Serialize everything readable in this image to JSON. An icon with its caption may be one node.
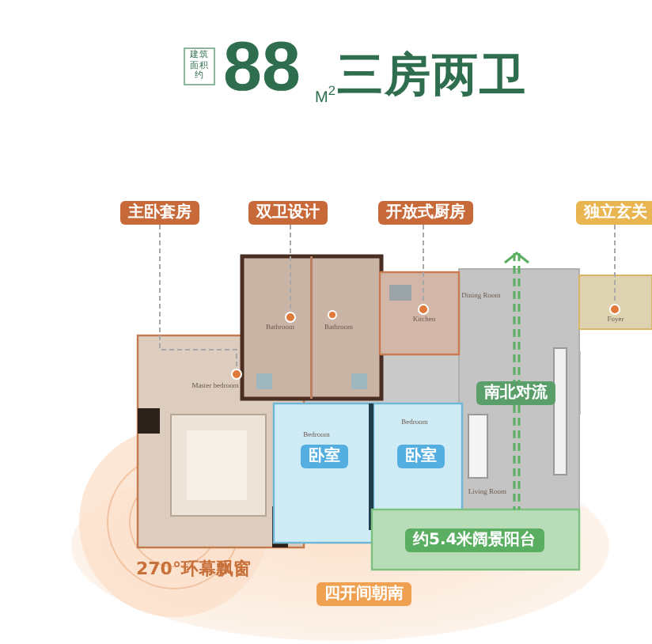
{
  "diagram": {
    "nodes": [
      {
        "text": [
          "建筑面积约"
        ]
      },
      {
        "text": [
          "主卧套房"
        ]
      },
      {
        "text": [
          "双卫设计"
        ]
      },
      {
        "text": [
          "开放式厨房"
        ]
      },
      {
        "text": [
          "独立玄关"
        ]
      },
      {
        "text": [],
        "shape": "circle",
        "beside": [
          "Master bedroom"
        ]
      },
      {
        "text": [],
        "shape": "circle",
        "beside": [
          "Bathroom"
        ]
      },
      {
        "text": [],
        "shape": "circle",
        "beside": [
          "Kitchen"
        ]
      },
      {
        "text": [],
        "shape": "circle",
        "beside": [
          "Foyer"
        ]
      },
      {
        "text": [
          "南北对流"
        ]
      },
      {
        "text": [
          "卧室"
        ],
        "beside": [
          "Bedroom"
        ]
      },
      {
        "text": [
          "卧室"
        ],
        "beside": [
          "Bedroom"
        ]
      },
      {
        "text": [
          "约5.4米阔景阳台"
        ]
      },
      {
        "text": [
          "四开间朝南"
        ]
      }
    ],
    "edges": [
      {
        "from": 1,
        "to": 5,
        "arrow": "none",
        "style": "dashed"
      },
      {
        "from": 2,
        "to": 6,
        "arrow": "none",
        "style": "dashed"
      },
      {
        "from": 3,
        "to": 7,
        "arrow": "none",
        "style": "dashed"
      },
      {
        "from": 4,
        "to": 8,
        "arrow": "none",
        "style": "dashed"
      }
    ],
    "labels": [
      "88",
      "M$^{2}$",
      "三房两卫",
      "Bathroom",
      "Dining Room",
      "Living Room",
      "270°环幕飘窗"
    ]
  }
}
